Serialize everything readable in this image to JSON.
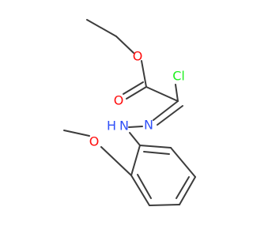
{
  "molecule": {
    "atoms": {
      "o_ester": {
        "label": "O"
      },
      "o_carbonyl": {
        "label": "O"
      },
      "cl": {
        "label": "Cl"
      },
      "n_imine": {
        "label": "N"
      },
      "nh": {
        "label": "H",
        "sub": "N"
      },
      "o_methoxy": {
        "label": "O"
      }
    }
  },
  "colors": {
    "bond": "#3c3c3c",
    "oxygen": "#ff0d0d",
    "nitrogen": "#3050f8",
    "chlorine": "#1ff01f"
  }
}
